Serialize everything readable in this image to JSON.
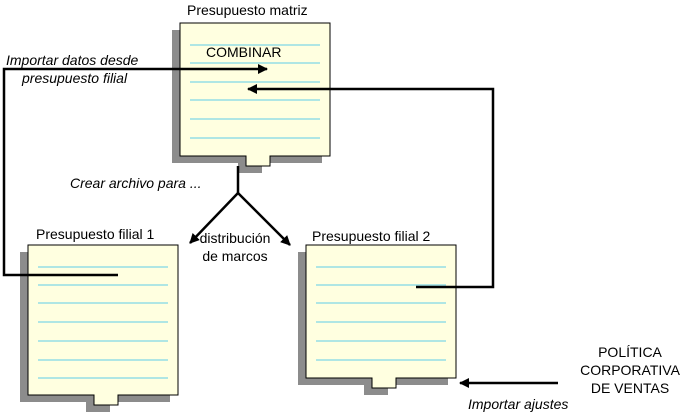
{
  "docs": {
    "matriz": {
      "title": "Presupuesto matriz",
      "inner_label": "COMBINAR"
    },
    "filial1": {
      "title": "Presupuesto filial 1"
    },
    "filial2": {
      "title": "Presupuesto filial 2"
    }
  },
  "labels": {
    "importar_datos_1": "Importar datos desde",
    "importar_datos_2": "presupuesto filial",
    "crear_archivo": "Crear archivo para ...",
    "distribucion_1": "distribución",
    "distribucion_2": "de marcos",
    "politica_1": "POLÍTICA",
    "politica_2": "CORPORATIVA",
    "politica_3": "DE VENTAS",
    "importar_ajustes": "Importar ajustes"
  },
  "colors": {
    "paper": "#ffffe0",
    "paper_border": "#000000",
    "shadow": "#8c8c8c",
    "ruled_line": "#7fd6e6",
    "connector": "#000000"
  }
}
